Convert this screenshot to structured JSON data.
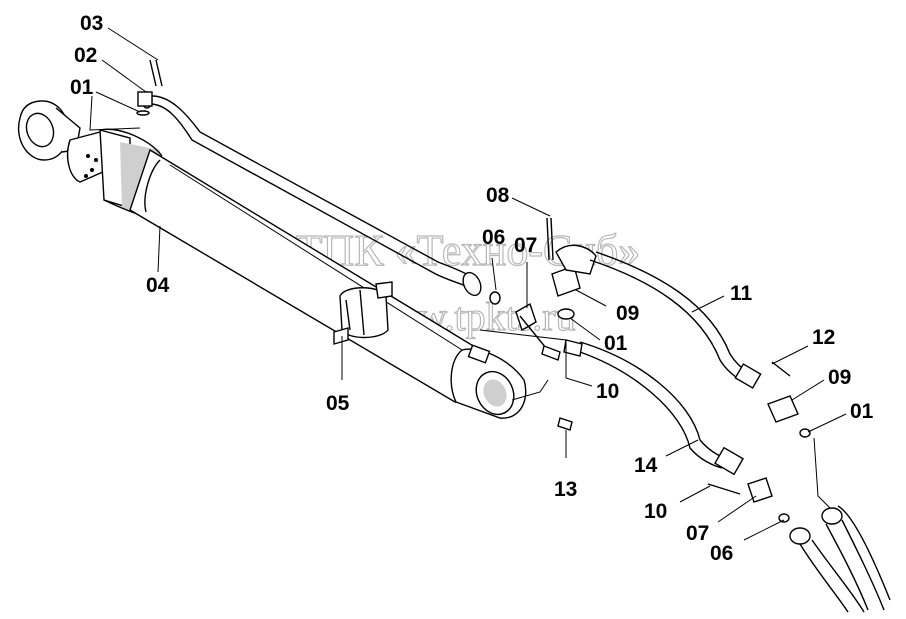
{
  "watermark": {
    "line1": "ТПК «Техно-Сиб»",
    "line2": "www.tpkts.ru"
  },
  "labels": [
    {
      "id": "l-03a",
      "text": "03"
    },
    {
      "id": "l-02a",
      "text": "02"
    },
    {
      "id": "l-01a",
      "text": "01"
    },
    {
      "id": "l-04",
      "text": "04"
    },
    {
      "id": "l-05",
      "text": "05"
    },
    {
      "id": "l-08",
      "text": "08"
    },
    {
      "id": "l-06a",
      "text": "06"
    },
    {
      "id": "l-07a",
      "text": "07"
    },
    {
      "id": "l-09a",
      "text": "09"
    },
    {
      "id": "l-01b",
      "text": "01"
    },
    {
      "id": "l-10a",
      "text": "10"
    },
    {
      "id": "l-11",
      "text": "11"
    },
    {
      "id": "l-12",
      "text": "12"
    },
    {
      "id": "l-09b",
      "text": "09"
    },
    {
      "id": "l-01c",
      "text": "01"
    },
    {
      "id": "l-14",
      "text": "14"
    },
    {
      "id": "l-13",
      "text": "13"
    },
    {
      "id": "l-10b",
      "text": "10"
    },
    {
      "id": "l-07b",
      "text": "07"
    },
    {
      "id": "l-06b",
      "text": "06"
    }
  ]
}
